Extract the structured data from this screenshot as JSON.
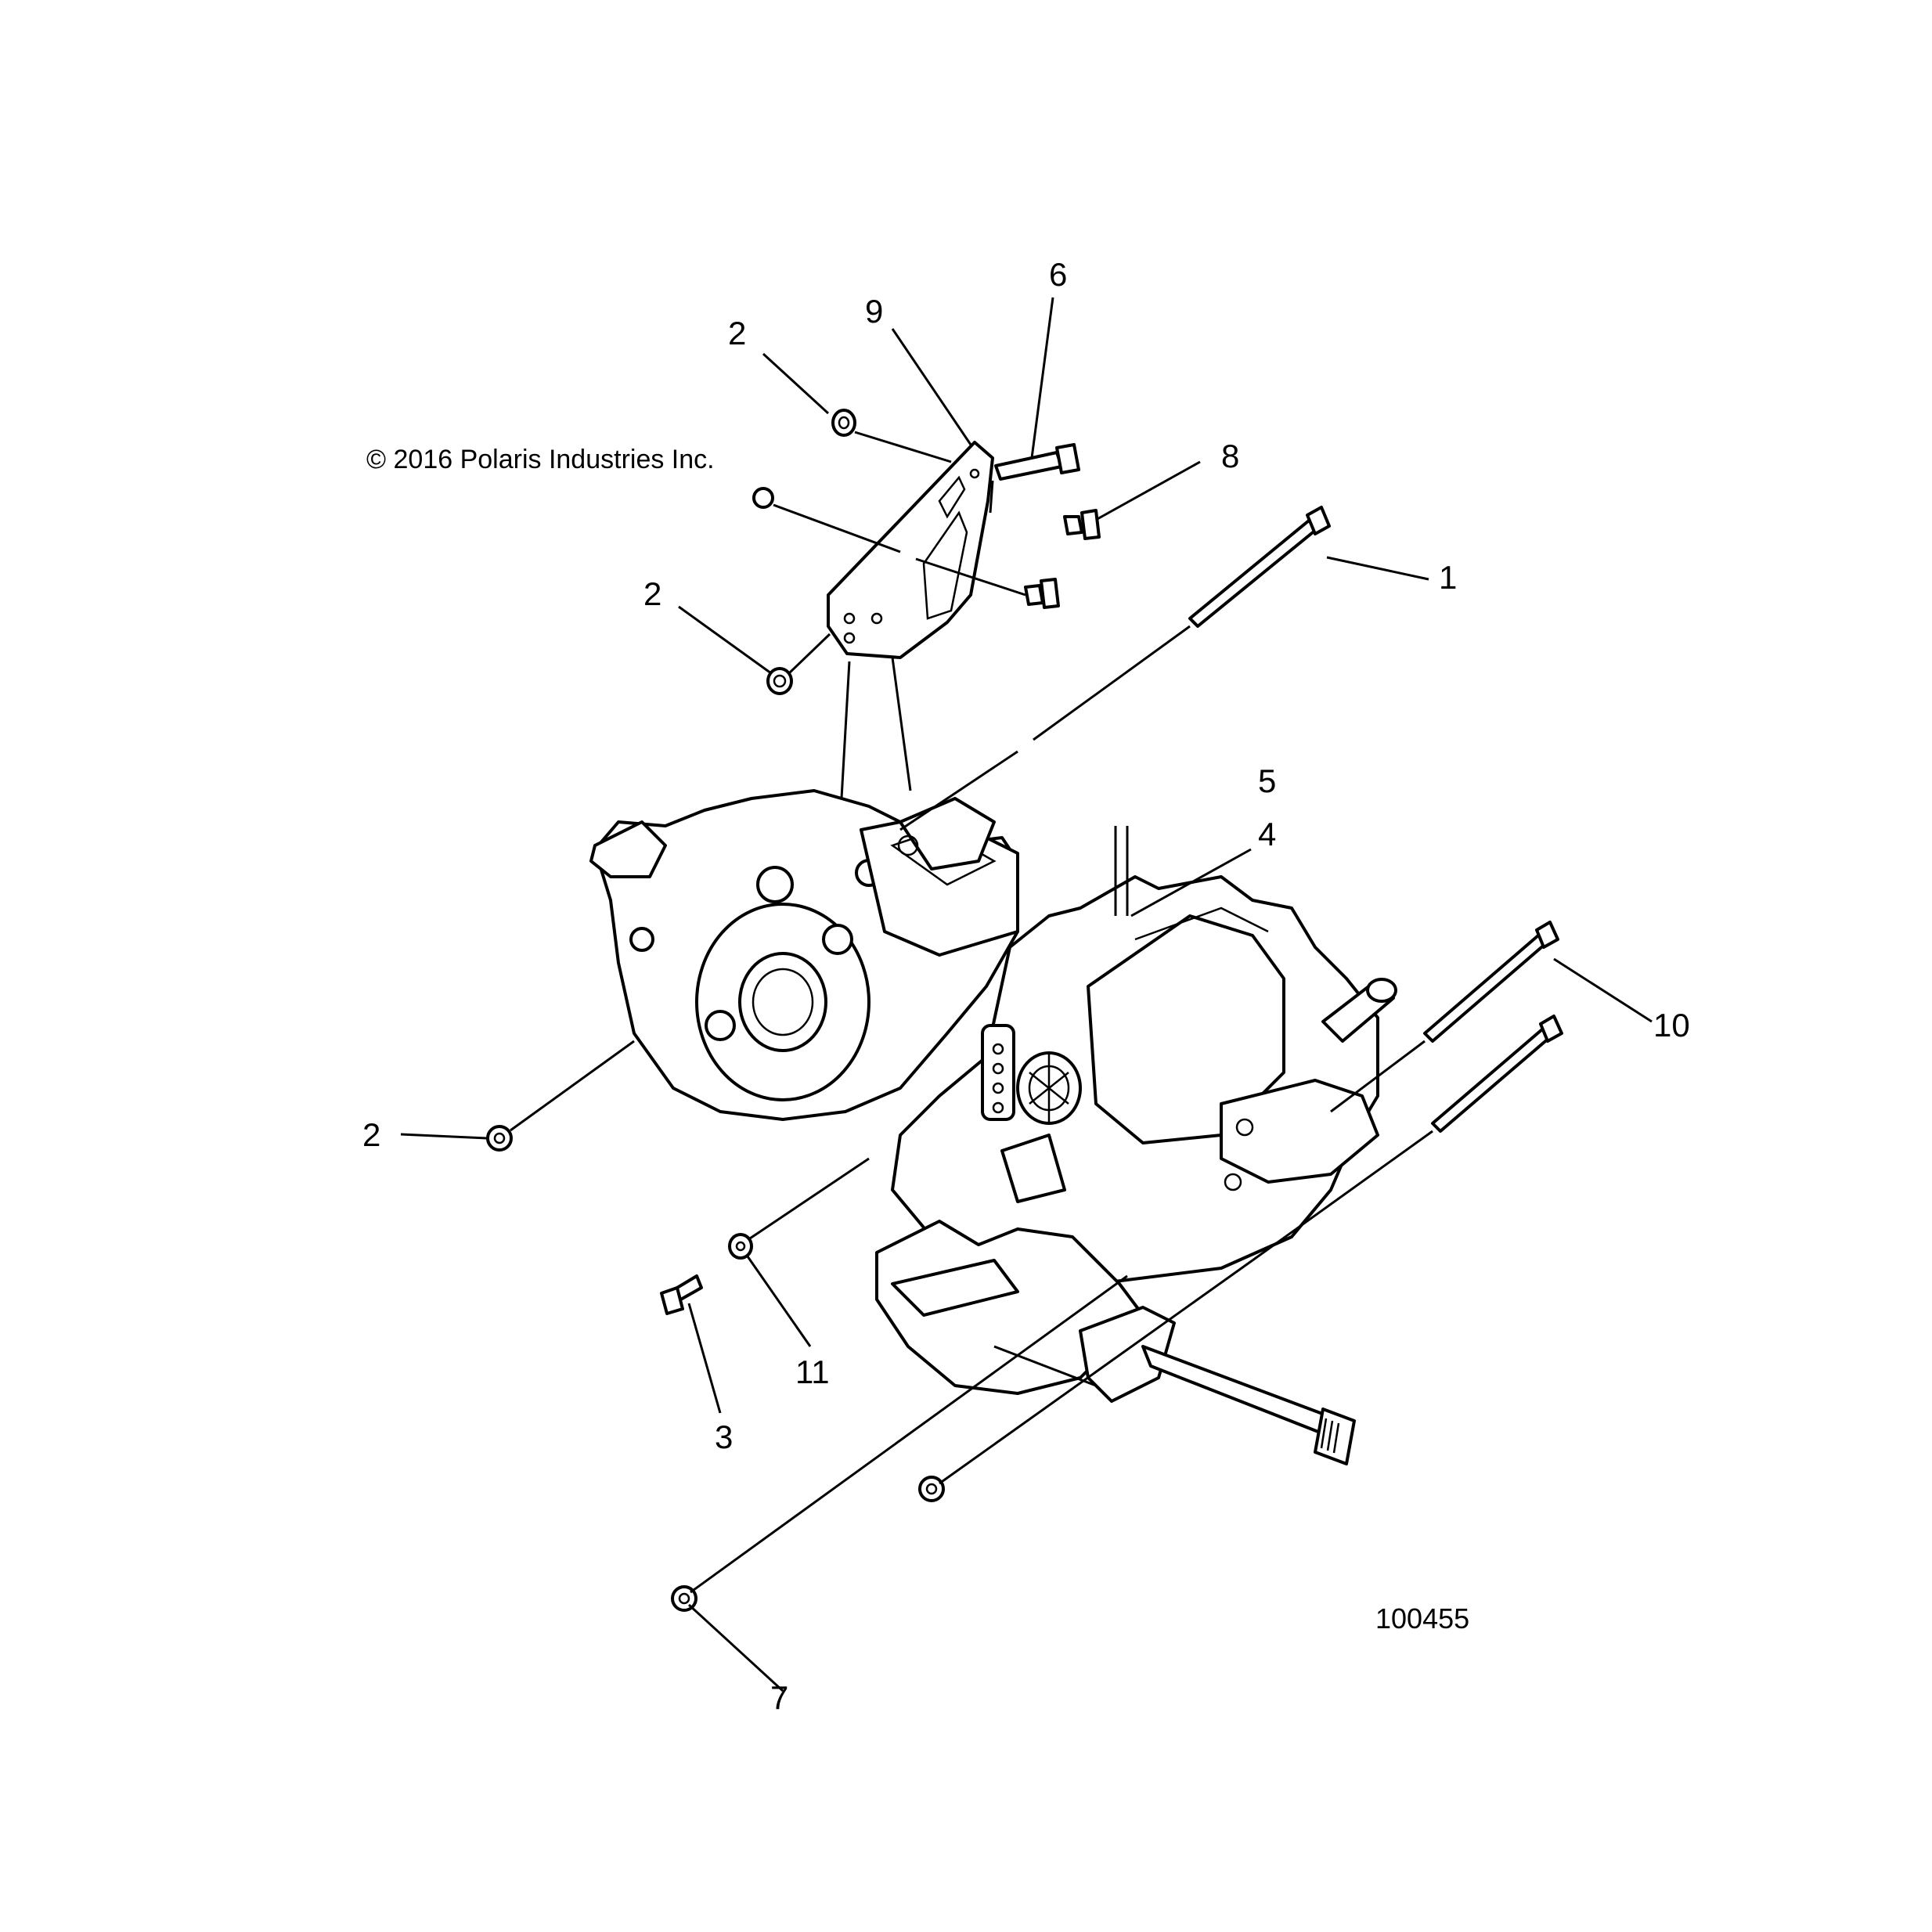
{
  "copyright": "© 2016 Polaris Industries Inc.",
  "diagram_id": "100455",
  "callouts": [
    {
      "id": "c1",
      "label": "1"
    },
    {
      "id": "c2a",
      "label": "2"
    },
    {
      "id": "c2b",
      "label": "2"
    },
    {
      "id": "c2c",
      "label": "2"
    },
    {
      "id": "c3",
      "label": "3"
    },
    {
      "id": "c4",
      "label": "4"
    },
    {
      "id": "c5",
      "label": "5"
    },
    {
      "id": "c6",
      "label": "6"
    },
    {
      "id": "c7",
      "label": "7"
    },
    {
      "id": "c8",
      "label": "8"
    },
    {
      "id": "c9",
      "label": "9"
    },
    {
      "id": "c10",
      "label": "10"
    },
    {
      "id": "c11",
      "label": "11"
    }
  ]
}
